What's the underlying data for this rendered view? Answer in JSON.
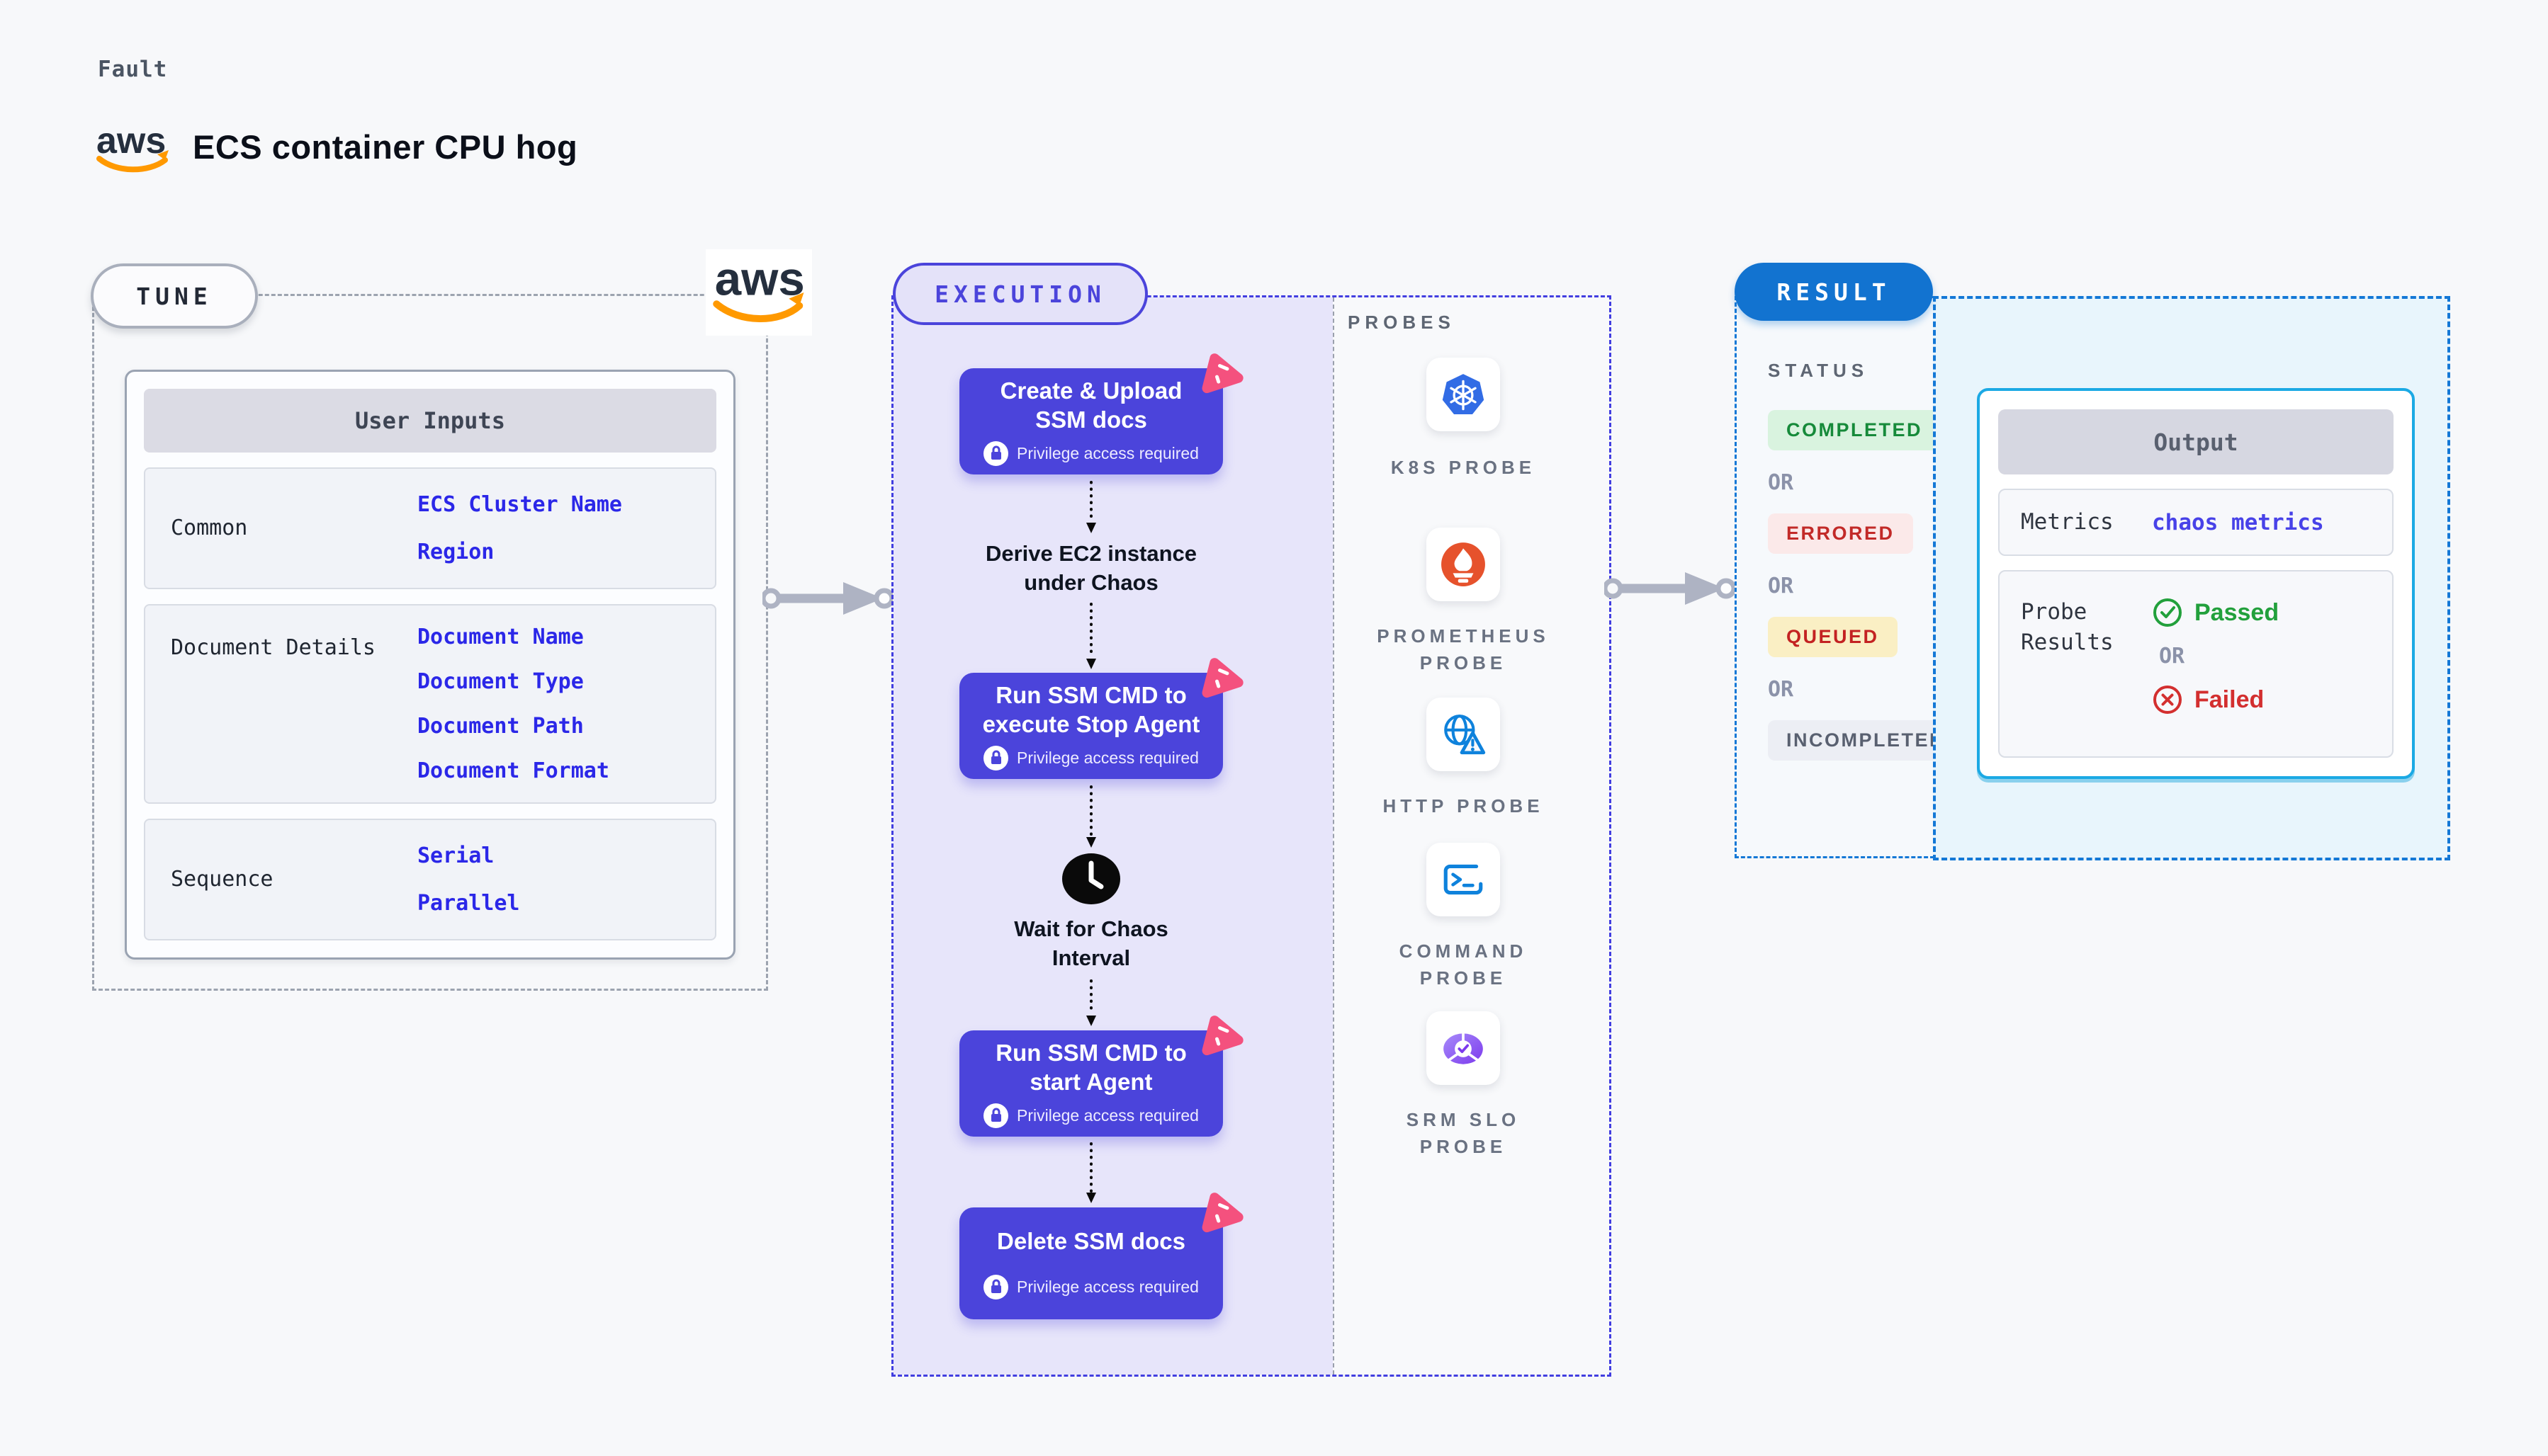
{
  "page": {
    "kind_label": "Fault",
    "title": "ECS container CPU hog"
  },
  "colors": {
    "accent_indigo": "#4B44DB",
    "accent_blue": "#1273D0",
    "accent_cyan": "#1BA9E4",
    "link_blue": "#2B27E8",
    "chaos_pink": "#F4517E",
    "passed_green": "#22A03C",
    "failed_red": "#D32F2F",
    "aws_orange": "#FF9900",
    "kubernetes_blue": "#326CE5",
    "prometheus_orange": "#E6522C"
  },
  "tune": {
    "pill": "TUNE",
    "table": {
      "header": "User Inputs",
      "rows": [
        {
          "label": "Common",
          "values": [
            "ECS Cluster Name",
            "Region"
          ]
        },
        {
          "label": "Document Details",
          "values": [
            "Document Name",
            "Document Type",
            "Document Path",
            "Document Format"
          ]
        },
        {
          "label": "Sequence",
          "values": [
            "Serial",
            "Parallel"
          ]
        }
      ]
    }
  },
  "execution": {
    "pill": "EXECUTION",
    "steps": [
      {
        "title": "Create & Upload SSM docs",
        "badge": "Privilege access required"
      },
      {
        "title": "Derive EC2 instance under Chaos"
      },
      {
        "title": "Run SSM CMD to execute Stop Agent",
        "badge": "Privilege access required"
      },
      {
        "title": "Wait for Chaos Interval"
      },
      {
        "title": "Run SSM CMD to start Agent",
        "badge": "Privilege access required"
      },
      {
        "title": "Delete SSM docs",
        "badge": "Privilege access required"
      }
    ],
    "probes": {
      "label": "PROBES",
      "items": [
        {
          "name": "K8S PROBE",
          "icon": "kubernetes-icon"
        },
        {
          "name": "PROMETHEUS PROBE",
          "icon": "prometheus-icon"
        },
        {
          "name": "HTTP PROBE",
          "icon": "globe-warning-icon"
        },
        {
          "name": "COMMAND PROBE",
          "icon": "terminal-icon"
        },
        {
          "name": "SRM SLO PROBE",
          "icon": "slo-gauge-icon"
        }
      ]
    }
  },
  "result": {
    "pill": "RESULT",
    "status": {
      "label": "STATUS",
      "separator": "OR",
      "options": [
        "COMPLETED",
        "ERRORED",
        "QUEUED",
        "INCOMPLETED"
      ]
    },
    "output": {
      "header": "Output",
      "metrics_label": "Metrics",
      "metrics_value": "chaos metrics",
      "probe_results_label": "Probe Results",
      "passed": "Passed",
      "or": "OR",
      "failed": "Failed"
    }
  }
}
